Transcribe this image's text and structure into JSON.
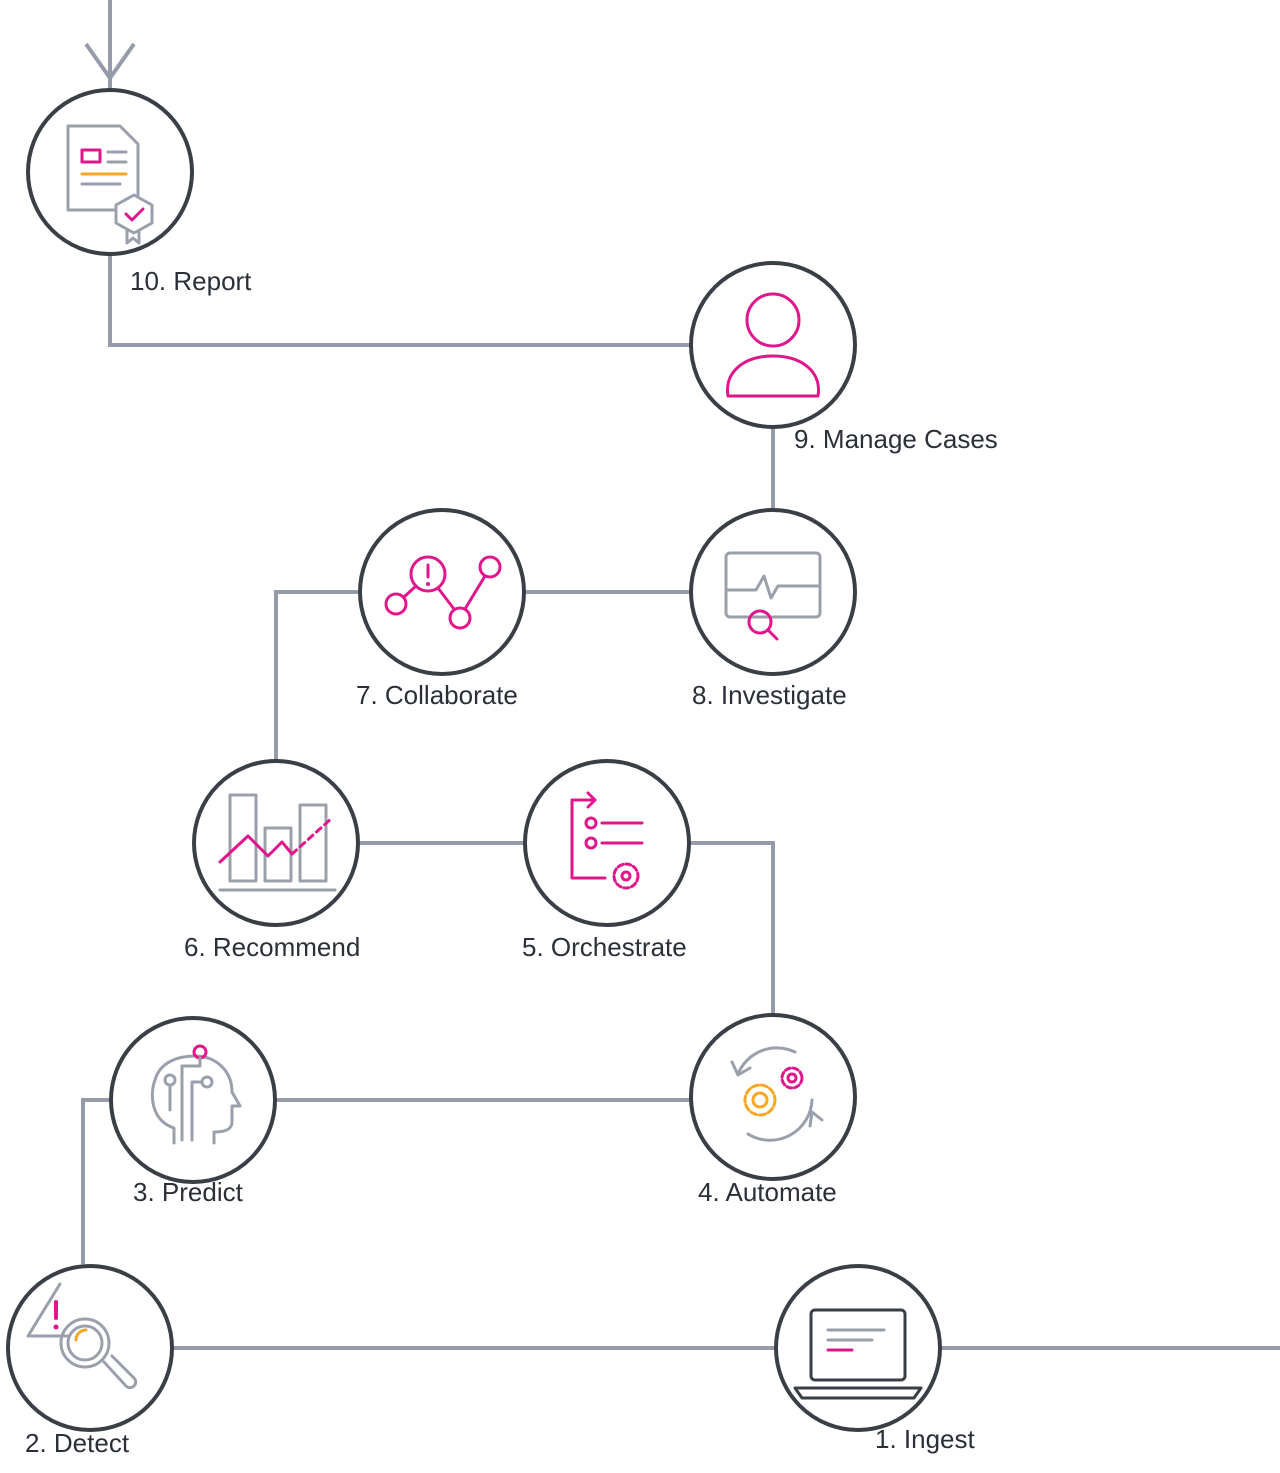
{
  "steps": [
    {
      "id": "ingest",
      "label": "1. Ingest",
      "icon": "laptop-icon"
    },
    {
      "id": "detect",
      "label": "2. Detect",
      "icon": "alert-magnifier-icon"
    },
    {
      "id": "predict",
      "label": "3. Predict",
      "icon": "ai-head-icon"
    },
    {
      "id": "automate",
      "label": "4. Automate",
      "icon": "gears-cycle-icon"
    },
    {
      "id": "orchestrate",
      "label": "5. Orchestrate",
      "icon": "checklist-gear-icon"
    },
    {
      "id": "recommend",
      "label": "6. Recommend",
      "icon": "bar-trend-icon"
    },
    {
      "id": "collaborate",
      "label": "7. Collaborate",
      "icon": "network-alert-icon"
    },
    {
      "id": "investigate",
      "label": "8. Investigate",
      "icon": "monitor-search-icon"
    },
    {
      "id": "manage_cases",
      "label": "9. Manage Cases",
      "icon": "user-icon"
    },
    {
      "id": "report",
      "label": "10. Report",
      "icon": "certified-document-icon"
    }
  ],
  "colors": {
    "line": "#959ba8",
    "circle_stroke": "#3a3f47",
    "icon_gray": "#9aa0ab",
    "accent_pink": "#e0168a",
    "accent_orange": "#f5a623",
    "text": "#2a2f38"
  }
}
